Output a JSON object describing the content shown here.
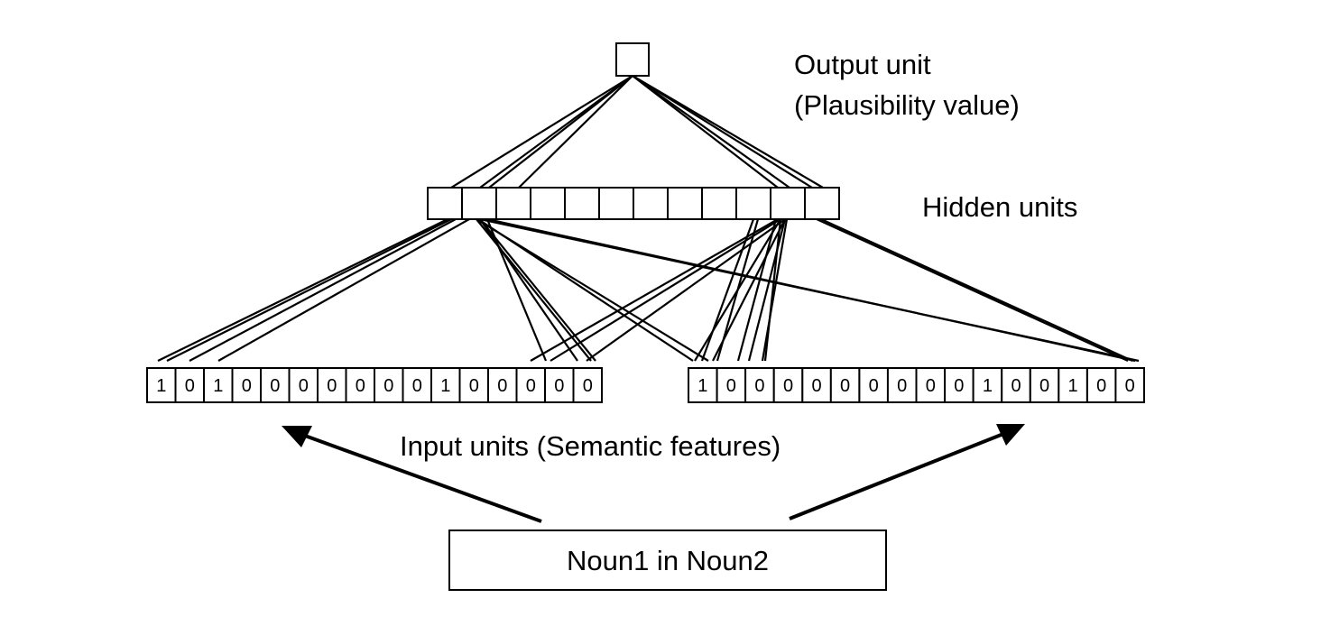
{
  "labels": {
    "output": "Output unit",
    "output_sub": "(Plausibility value)",
    "hidden": "Hidden units",
    "input": "Input units (Semantic features)",
    "phrase": "Noun1 in Noun2"
  },
  "hidden_unit_count": 12,
  "input_left": [
    "1",
    "0",
    "1",
    "0",
    "0",
    "0",
    "0",
    "0",
    "0",
    "0",
    "1",
    "0",
    "0",
    "0",
    "0",
    "0"
  ],
  "input_right": [
    "1",
    "0",
    "0",
    "0",
    "0",
    "0",
    "0",
    "0",
    "0",
    "0",
    "1",
    "0",
    "0",
    "1",
    "0",
    "0"
  ]
}
